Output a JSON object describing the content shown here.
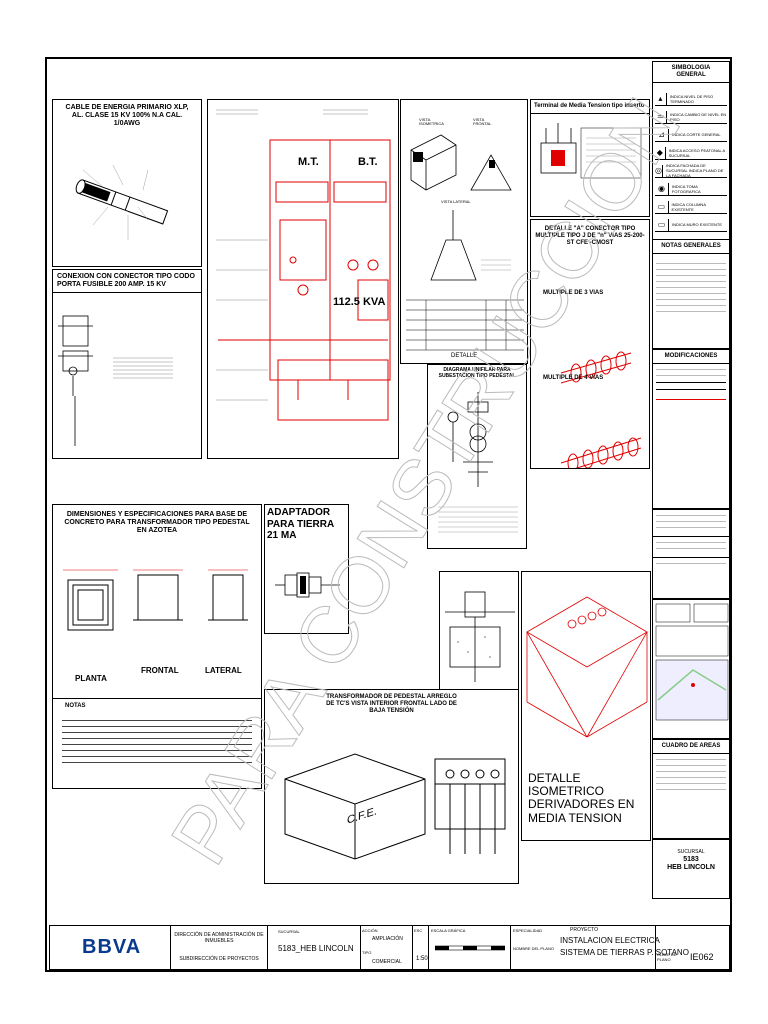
{
  "legend": {
    "title": "SIMBOLOGIA GENERAL",
    "items": [
      {
        "icon": "▴",
        "label": "INDICA NIVEL DE PISO TERMINADO"
      },
      {
        "icon": "═",
        "label": "INDICA CAMBIO DE NIVEL EN PISO"
      },
      {
        "icon": "⊿",
        "label": "INDICA CORTE GENERAL"
      },
      {
        "icon": "◆",
        "label": "INDICA ACCESO PEATONAL A SUCURSAL"
      },
      {
        "icon": "◎",
        "label": "INDICA FACHADA DE SUCURSAL INDICA PLANO DE LA FACHADA"
      },
      {
        "icon": "◉",
        "label": "INDICA TOMA FOTOGRAFICA"
      },
      {
        "icon": "▭",
        "label": "INDICA COLUMNA EXISTENTE"
      },
      {
        "icon": "▭",
        "label": "INDICA MURO EXISTENTE"
      }
    ]
  },
  "notas": {
    "title": "NOTAS GENERALES"
  },
  "modificaciones": {
    "title": "MODIFICACIONES"
  },
  "areas": {
    "title": "CUADRO DE AREAS"
  },
  "sucursal": {
    "label": "SUCURSAL",
    "number": "5183",
    "name": "HEB LINCOLN"
  },
  "panels": {
    "cable": "CABLE DE ENERGIA PRIMARIO XLP, AL. CLASE 15 KV 100% N.A CAL. 1/0AWG",
    "codo": "CONEXION CON CONECTOR TIPO CODO PORTA FUSIBLE 200 AMP. 15 KV",
    "terminal": "Terminal de Media Tension tipo inserto",
    "conector": "DETALLE \"A\" CONECTOR TIPO MULTIPLE TIPO J DE \"n\" VIAS 25-200-ST CFE -CMOST",
    "multiple3": "MULTIPLE DE 3 VIAS",
    "multiple4": "MULTIPLE DE 4 VIAS",
    "unifilar": "DIAGRAMA UNIFILAR PARA SUBESTACION TIPO PEDESTAL",
    "base": "DIMENSIONES Y ESPECIFICACIONES PARA BASE DE CONCRETO PARA TRANSFORMADOR TIPO PEDESTAL EN AZOTEA",
    "adaptador": "ADAPTADOR PARA TIERRA 21 MA",
    "trafo": "TRANSFORMADOR DE PEDESTAL ARREGLO DE TC'S VISTA INTERIOR FRONTAL LADO DE BAJA TENSIÓN",
    "isometrico": "DETALLE ISOMETRICO DERIVADORES EN MEDIA TENSION",
    "planta": "PLANTA",
    "frontal": "FRONTAL",
    "lateral": "LATERAL",
    "notas": "NOTAS",
    "kva": "112.5 KVA",
    "mt": "M.T.",
    "bt": "B.T.",
    "cfe": "C.F.E.",
    "vista_iso": "VISTA ISOMETRICA",
    "vista_frontal": "VISTA FRONTAL",
    "vista_lateral": "VISTA LATERAL",
    "detalle": "DETALLE"
  },
  "titleblock": {
    "brand": "BBVA",
    "direccion": "DIRECCIÓN DE ADMINISTRACIÓN DE INMUEBLES",
    "subdireccion": "SUBDIRECCIÓN DE PROYECTOS",
    "sucursal_label": "SUCURSAL",
    "sucursal_value": "5183_HEB LINCOLN",
    "accion_label": "ACCIÓN",
    "accion_value": "AMPLIACIÓN",
    "tipo_label": "TIPO",
    "tipo_value": "COMERCIAL",
    "esc_label": "ESC",
    "escala_label": "ESCALA GRÁFICA",
    "escala_value": "1:50",
    "especialidad_label": "ESPECIALIDAD",
    "proyecto_label": "PROYECTO",
    "nombre_label": "NOMBRE DEL PLANO",
    "nombre_line1": "INSTALACION ELECTRICA",
    "nombre_line2": "SISTEMA DE TIERRAS P. SOTANO",
    "clave_label": "CLAVE DE PLANO",
    "clave_value": "IE062"
  },
  "watermark": "PARA CONSTRUCCION",
  "colors": {
    "red": "#e00000",
    "line": "#000000"
  }
}
